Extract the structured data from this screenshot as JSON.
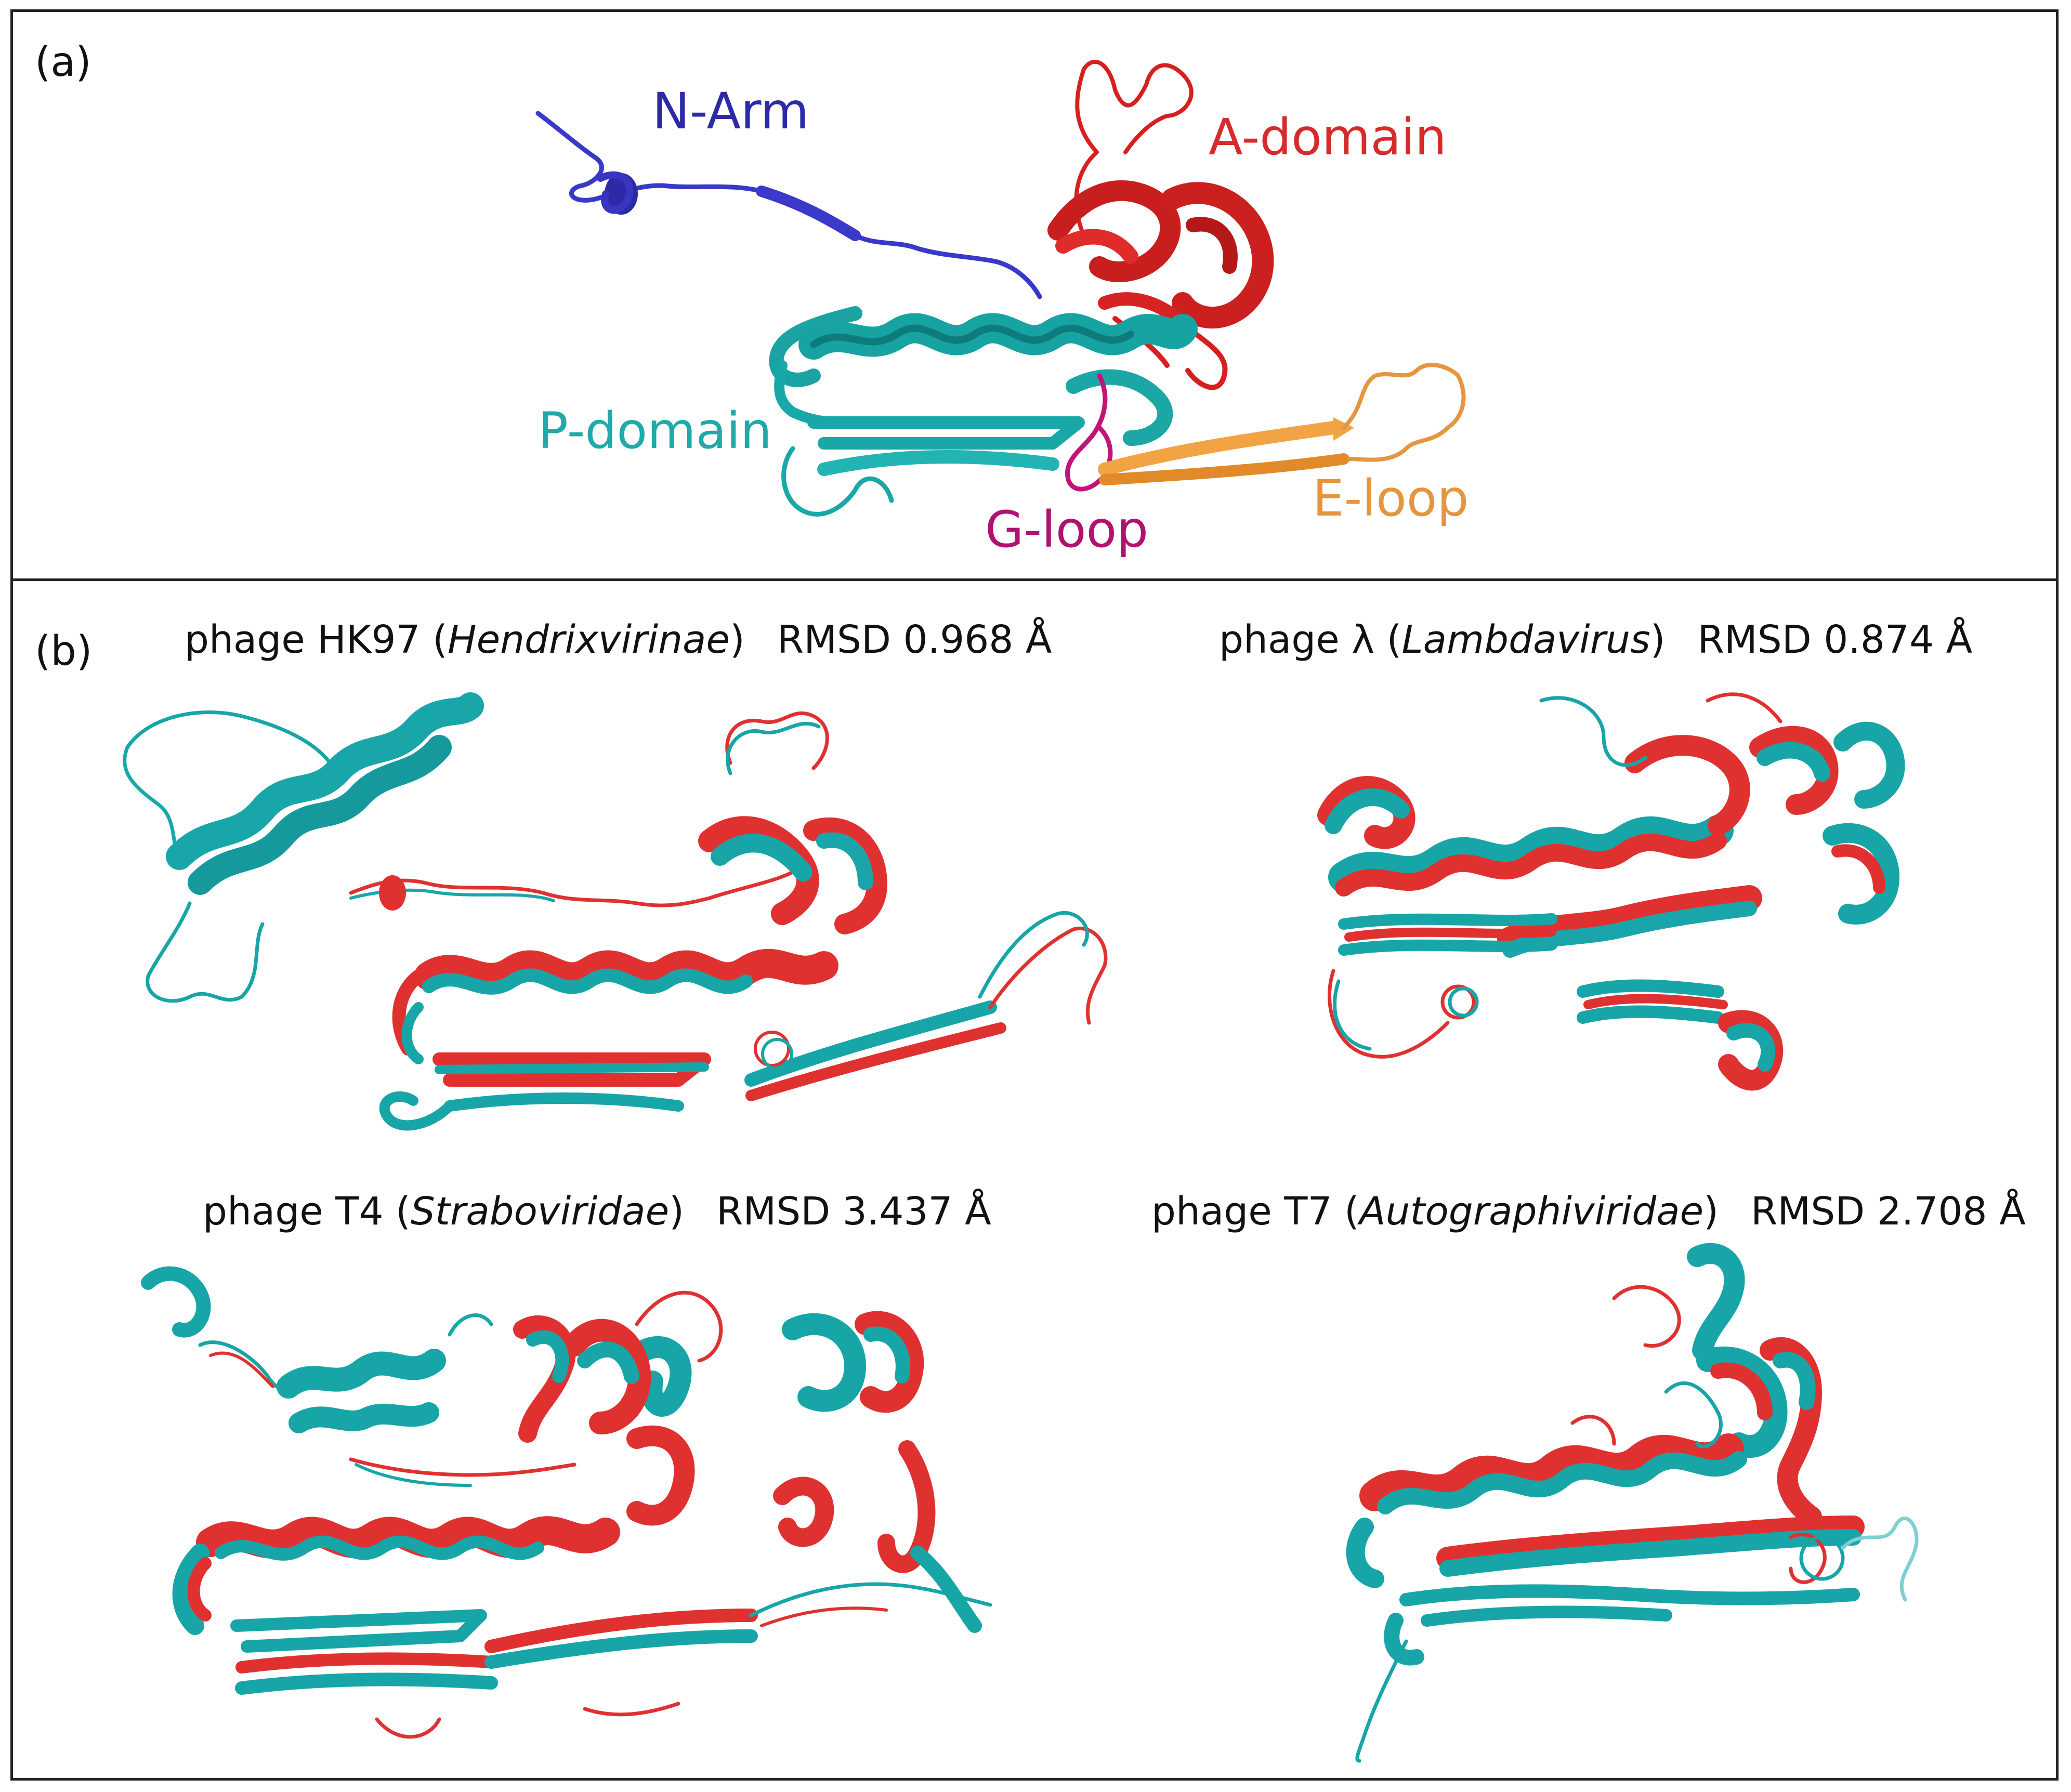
{
  "panel_a": {
    "label": "(a)",
    "domains": {
      "n_arm": {
        "text": "N-Arm",
        "color": "#2d2aa8"
      },
      "a_domain": {
        "text": "A-domain",
        "color": "#d62b2b"
      },
      "p_domain": {
        "text": "P-domain",
        "color": "#1fa9a9"
      },
      "g_loop": {
        "text": "G-loop",
        "color": "#b0126e"
      },
      "e_loop": {
        "text": "E-loop",
        "color": "#e4953f"
      }
    }
  },
  "panel_b": {
    "label": "(b)",
    "colors": {
      "reference": "#e03131",
      "comparison": "#1aa5aa"
    },
    "alignments": [
      {
        "prefix": "phage HK97 (",
        "family": "Hendrixvirinae",
        "suffix": ")",
        "rmsd": "RMSD 0.968 Å"
      },
      {
        "prefix": "phage λ (",
        "family": "Lambdavirus",
        "suffix": ")",
        "rmsd": "RMSD 0.874 Å"
      },
      {
        "prefix": "phage T4 (",
        "family": "Straboviridae",
        "suffix": ")",
        "rmsd": "RMSD 3.437 Å"
      },
      {
        "prefix": "phage T7 (",
        "family": "Autographiviridae",
        "suffix": ")",
        "rmsd": "RMSD 2.708 Å"
      }
    ]
  }
}
